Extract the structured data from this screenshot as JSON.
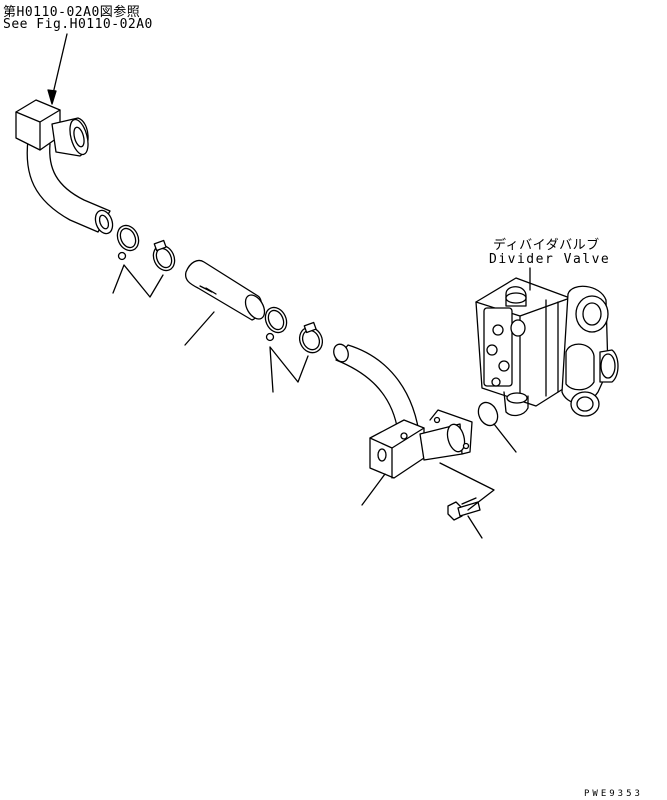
{
  "reference": {
    "japanese": "第H0110-02A0図参照",
    "english": "See Fig.H0110-02A0"
  },
  "callout": {
    "japanese": "ディバイダバルブ",
    "english": "Divider Valve"
  },
  "drawing_code": "PWE9353"
}
